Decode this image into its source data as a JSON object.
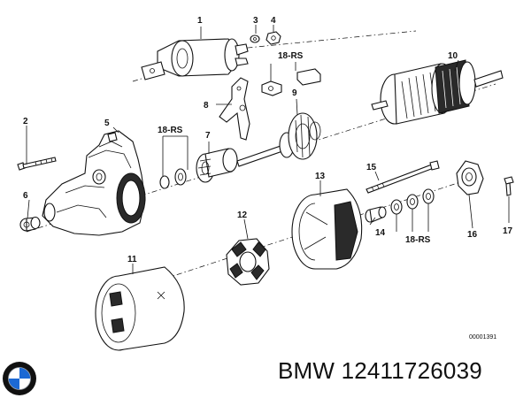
{
  "diagram": {
    "labels": {
      "p1": "1",
      "p2": "2",
      "p3": "3",
      "p4": "4",
      "p5": "5",
      "p6": "6",
      "p7": "7",
      "p8": "8",
      "p9": "9",
      "p10": "10",
      "p11": "11",
      "p12": "12",
      "p13": "13",
      "p14": "14",
      "p15": "15",
      "p16": "16",
      "p17": "17",
      "rs_top": "18-RS",
      "rs_left": "18-RS",
      "rs_right": "18-RS"
    },
    "drawing_code": "00001391"
  },
  "caption": "BMW 12411726039",
  "logo": {
    "name": "bmw-roundel",
    "colors": {
      "blue": "#1c69d4",
      "ring": "#111111",
      "white": "#ffffff"
    }
  }
}
